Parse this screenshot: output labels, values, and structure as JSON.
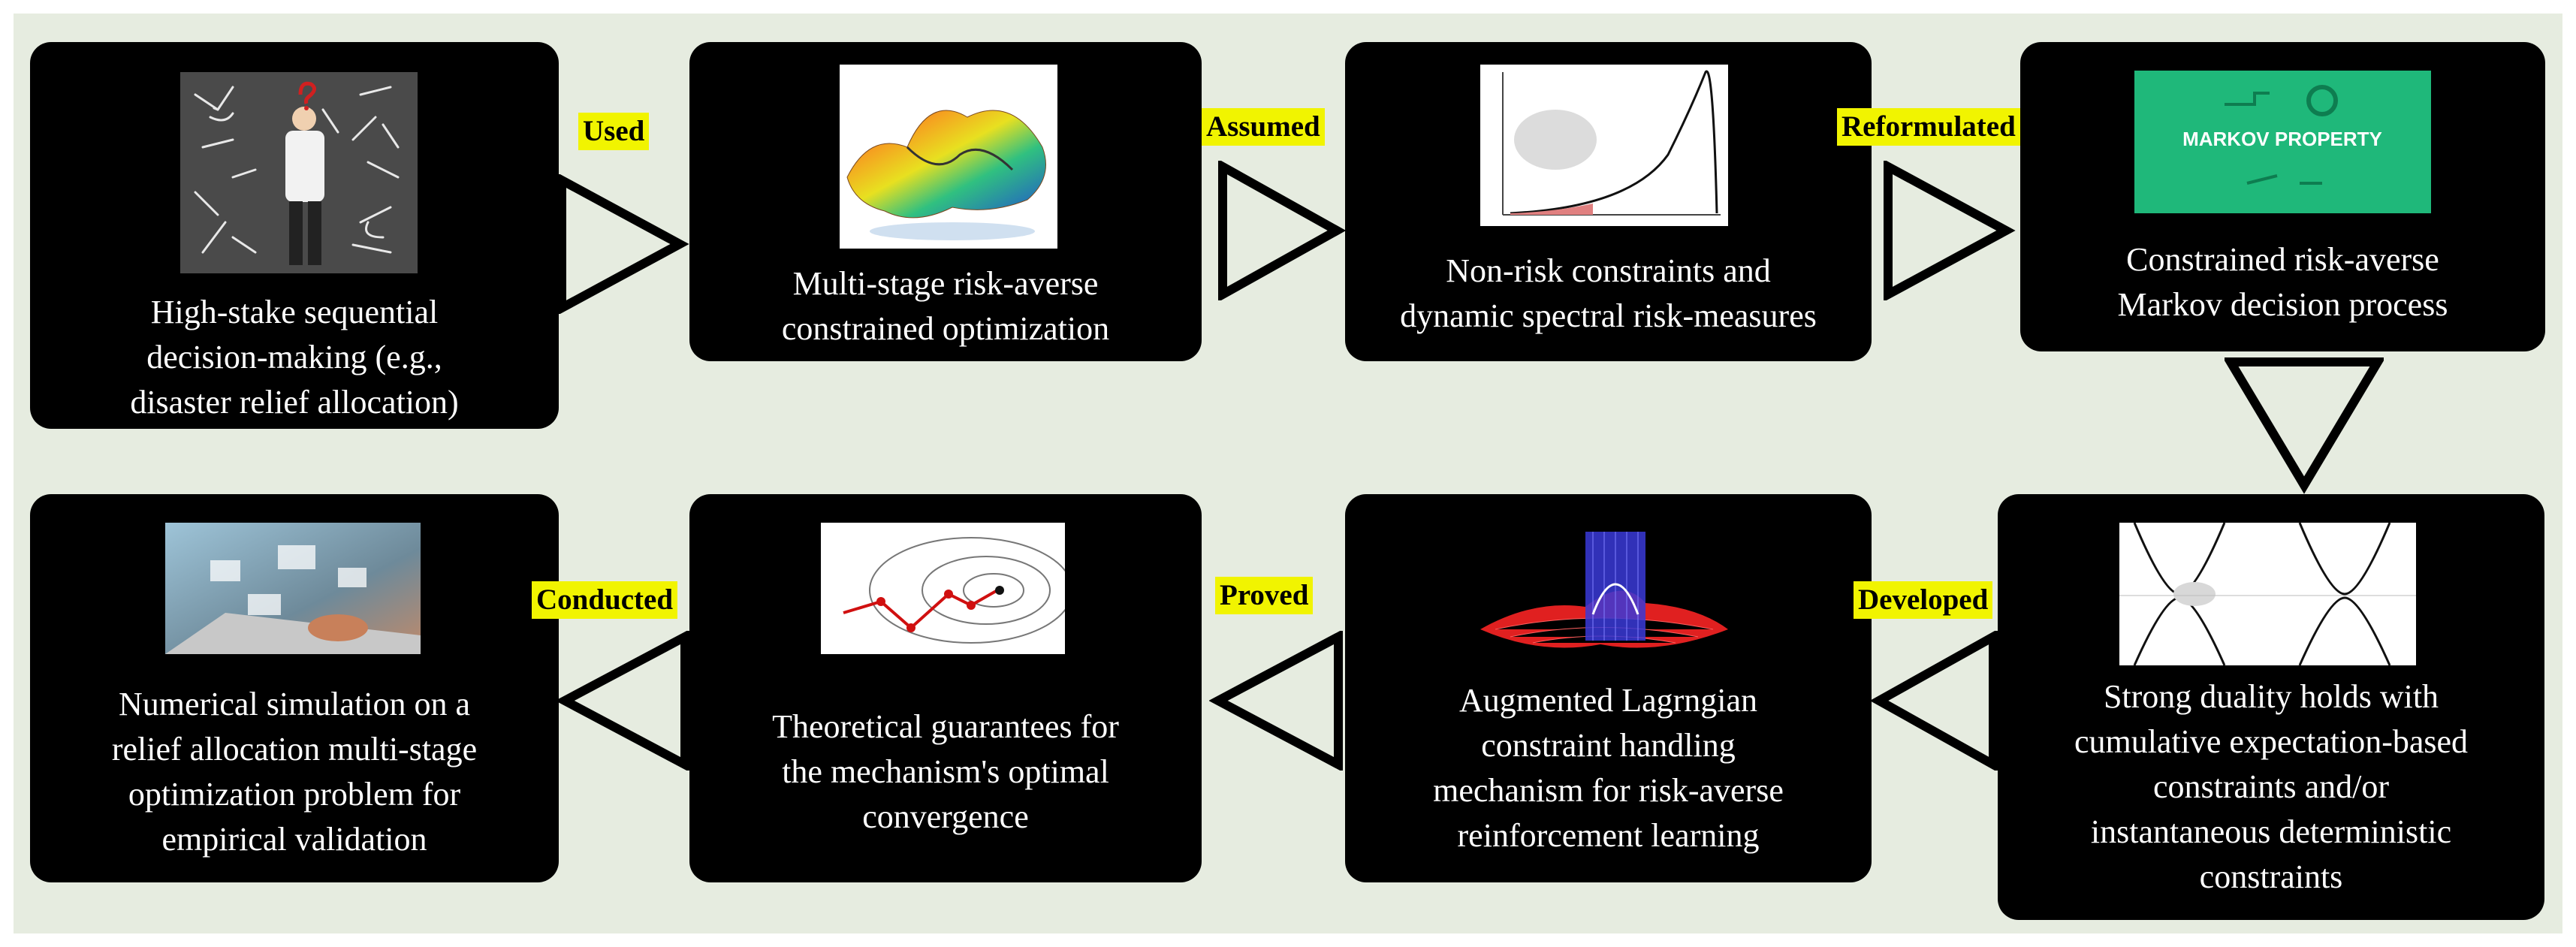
{
  "nodes": [
    {
      "id": "high-stake",
      "lines": [
        "High-stake sequential",
        "decision-making (e.g.,",
        "disaster relief allocation)"
      ],
      "image": "person-facing-chalkboard-arrows-photo"
    },
    {
      "id": "multi-stage",
      "lines": [
        "Multi-stage risk-averse",
        "constrained  optimization"
      ],
      "image": "colorful-3d-surface-plot"
    },
    {
      "id": "non-risk",
      "lines": [
        "Non-risk constraints and",
        "dynamic spectral risk-measures"
      ],
      "image": "skewed-distribution-curve"
    },
    {
      "id": "constrained-mdp",
      "lines": [
        "Constrained risk-averse",
        "Markov decision process"
      ],
      "image": "markov-property-banner",
      "image_text": "MARKOV PROPERTY"
    },
    {
      "id": "strong-duality",
      "lines": [
        "Strong duality holds with",
        "cumulative expectation-based",
        "constraints and/or",
        "instantaneous deterministic",
        "constraints"
      ],
      "image": "hyperbola-curves"
    },
    {
      "id": "augmented-lagrangian",
      "lines": [
        "Augmented Lagrngian",
        "constraint handling",
        "mechanism for risk-averse",
        "reinforcement learning"
      ],
      "image": "3d-surface-with-plane"
    },
    {
      "id": "theoretical",
      "lines": [
        "Theoretical guarantees for",
        "the mechanism's optimal",
        "convergence"
      ],
      "image": "contour-convergence-path"
    },
    {
      "id": "numerical",
      "lines": [
        "Numerical simulation on a",
        "relief allocation multi-stage",
        "optimization problem for",
        "empirical validation"
      ],
      "image": "laptop-data-photo"
    }
  ],
  "edges": [
    {
      "label": "Used",
      "direction": "right"
    },
    {
      "label": "Assumed",
      "direction": "right"
    },
    {
      "label": "Reformulated",
      "direction": "right"
    },
    {
      "label": "",
      "direction": "down"
    },
    {
      "label": "Developed",
      "direction": "left"
    },
    {
      "label": "Proved",
      "direction": "left"
    },
    {
      "label": "Conducted",
      "direction": "left"
    }
  ],
  "colors": {
    "box": "#000000",
    "text": "#ffffff",
    "tag": "#f1f400",
    "background": "#e6ece0",
    "markov_green": "#1fb87a"
  }
}
